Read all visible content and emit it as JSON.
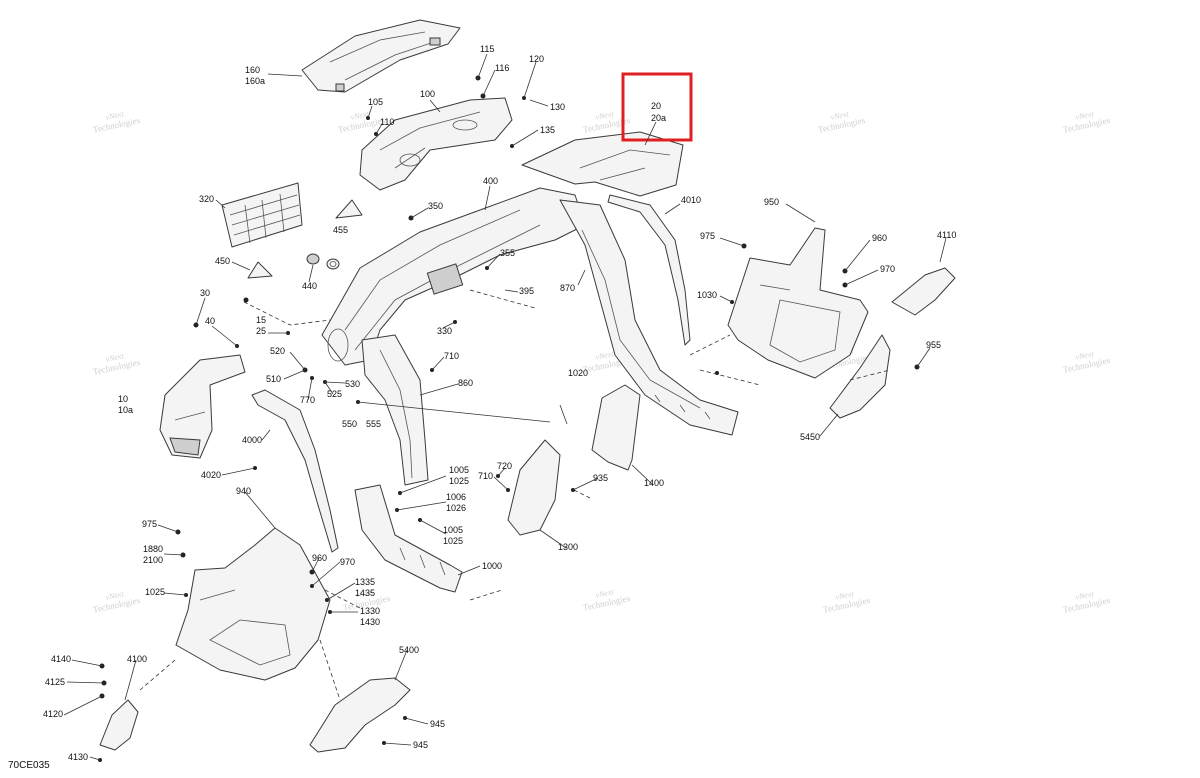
{
  "diagram_code": "70CE035",
  "watermark": {
    "line1": "vNext",
    "line2": "Technologies"
  },
  "highlight_color": "#e02020",
  "labels": [
    {
      "id": "l160",
      "text": "160"
    },
    {
      "id": "l160a",
      "text": "160a"
    },
    {
      "id": "l115",
      "text": "115"
    },
    {
      "id": "l116",
      "text": "116"
    },
    {
      "id": "l120",
      "text": "120"
    },
    {
      "id": "l105",
      "text": "105"
    },
    {
      "id": "l110",
      "text": "110"
    },
    {
      "id": "l100",
      "text": "100"
    },
    {
      "id": "l130",
      "text": "130"
    },
    {
      "id": "l135",
      "text": "135"
    },
    {
      "id": "l20",
      "text": "20"
    },
    {
      "id": "l20a",
      "text": "20a"
    },
    {
      "id": "l400",
      "text": "400"
    },
    {
      "id": "l4010",
      "text": "4010"
    },
    {
      "id": "l950",
      "text": "950"
    },
    {
      "id": "l975a",
      "text": "975"
    },
    {
      "id": "l960a",
      "text": "960"
    },
    {
      "id": "l970a",
      "text": "970"
    },
    {
      "id": "l4110",
      "text": "4110"
    },
    {
      "id": "l320",
      "text": "320"
    },
    {
      "id": "l455",
      "text": "455"
    },
    {
      "id": "l350",
      "text": "350"
    },
    {
      "id": "l450",
      "text": "450"
    },
    {
      "id": "l355",
      "text": "355"
    },
    {
      "id": "l440",
      "text": "440"
    },
    {
      "id": "l870",
      "text": "870"
    },
    {
      "id": "l395",
      "text": "395"
    },
    {
      "id": "l1030",
      "text": "1030"
    },
    {
      "id": "l30",
      "text": "30"
    },
    {
      "id": "l40",
      "text": "40"
    },
    {
      "id": "l15",
      "text": "15"
    },
    {
      "id": "l25",
      "text": "25"
    },
    {
      "id": "l330",
      "text": "330"
    },
    {
      "id": "l955",
      "text": "955"
    },
    {
      "id": "l520",
      "text": "520"
    },
    {
      "id": "l710a",
      "text": "710"
    },
    {
      "id": "l510",
      "text": "510"
    },
    {
      "id": "l530",
      "text": "530"
    },
    {
      "id": "l1020",
      "text": "1020"
    },
    {
      "id": "l860",
      "text": "860"
    },
    {
      "id": "l770",
      "text": "770"
    },
    {
      "id": "l525",
      "text": "525"
    },
    {
      "id": "l10",
      "text": "10"
    },
    {
      "id": "l10a",
      "text": "10a"
    },
    {
      "id": "l550",
      "text": "550"
    },
    {
      "id": "l555",
      "text": "555"
    },
    {
      "id": "l5450",
      "text": "5450"
    },
    {
      "id": "l4000",
      "text": "4000"
    },
    {
      "id": "l1005a",
      "text": "1005"
    },
    {
      "id": "l1025a",
      "text": "1025"
    },
    {
      "id": "l720",
      "text": "720"
    },
    {
      "id": "l710b",
      "text": "710"
    },
    {
      "id": "l935",
      "text": "935"
    },
    {
      "id": "l1400",
      "text": "1400"
    },
    {
      "id": "l4020",
      "text": "4020"
    },
    {
      "id": "l940",
      "text": "940"
    },
    {
      "id": "l1006",
      "text": "1006"
    },
    {
      "id": "l1026",
      "text": "1026"
    },
    {
      "id": "l1005b",
      "text": "1005"
    },
    {
      "id": "l1025b",
      "text": "1025"
    },
    {
      "id": "l1300",
      "text": "1300"
    },
    {
      "id": "l975b",
      "text": "975"
    },
    {
      "id": "l1880",
      "text": "1880"
    },
    {
      "id": "l2100",
      "text": "2100"
    },
    {
      "id": "l960b",
      "text": "960"
    },
    {
      "id": "l970b",
      "text": "970"
    },
    {
      "id": "l1000",
      "text": "1000"
    },
    {
      "id": "l1335",
      "text": "1335"
    },
    {
      "id": "l1435",
      "text": "1435"
    },
    {
      "id": "l1025c",
      "text": "1025"
    },
    {
      "id": "l1330",
      "text": "1330"
    },
    {
      "id": "l1430",
      "text": "1430"
    },
    {
      "id": "l5400",
      "text": "5400"
    },
    {
      "id": "l4140",
      "text": "4140"
    },
    {
      "id": "l4100",
      "text": "4100"
    },
    {
      "id": "l4125",
      "text": "4125"
    },
    {
      "id": "l4120",
      "text": "4120"
    },
    {
      "id": "l945a",
      "text": "945"
    },
    {
      "id": "l945b",
      "text": "945"
    },
    {
      "id": "l4130",
      "text": "4130"
    }
  ]
}
